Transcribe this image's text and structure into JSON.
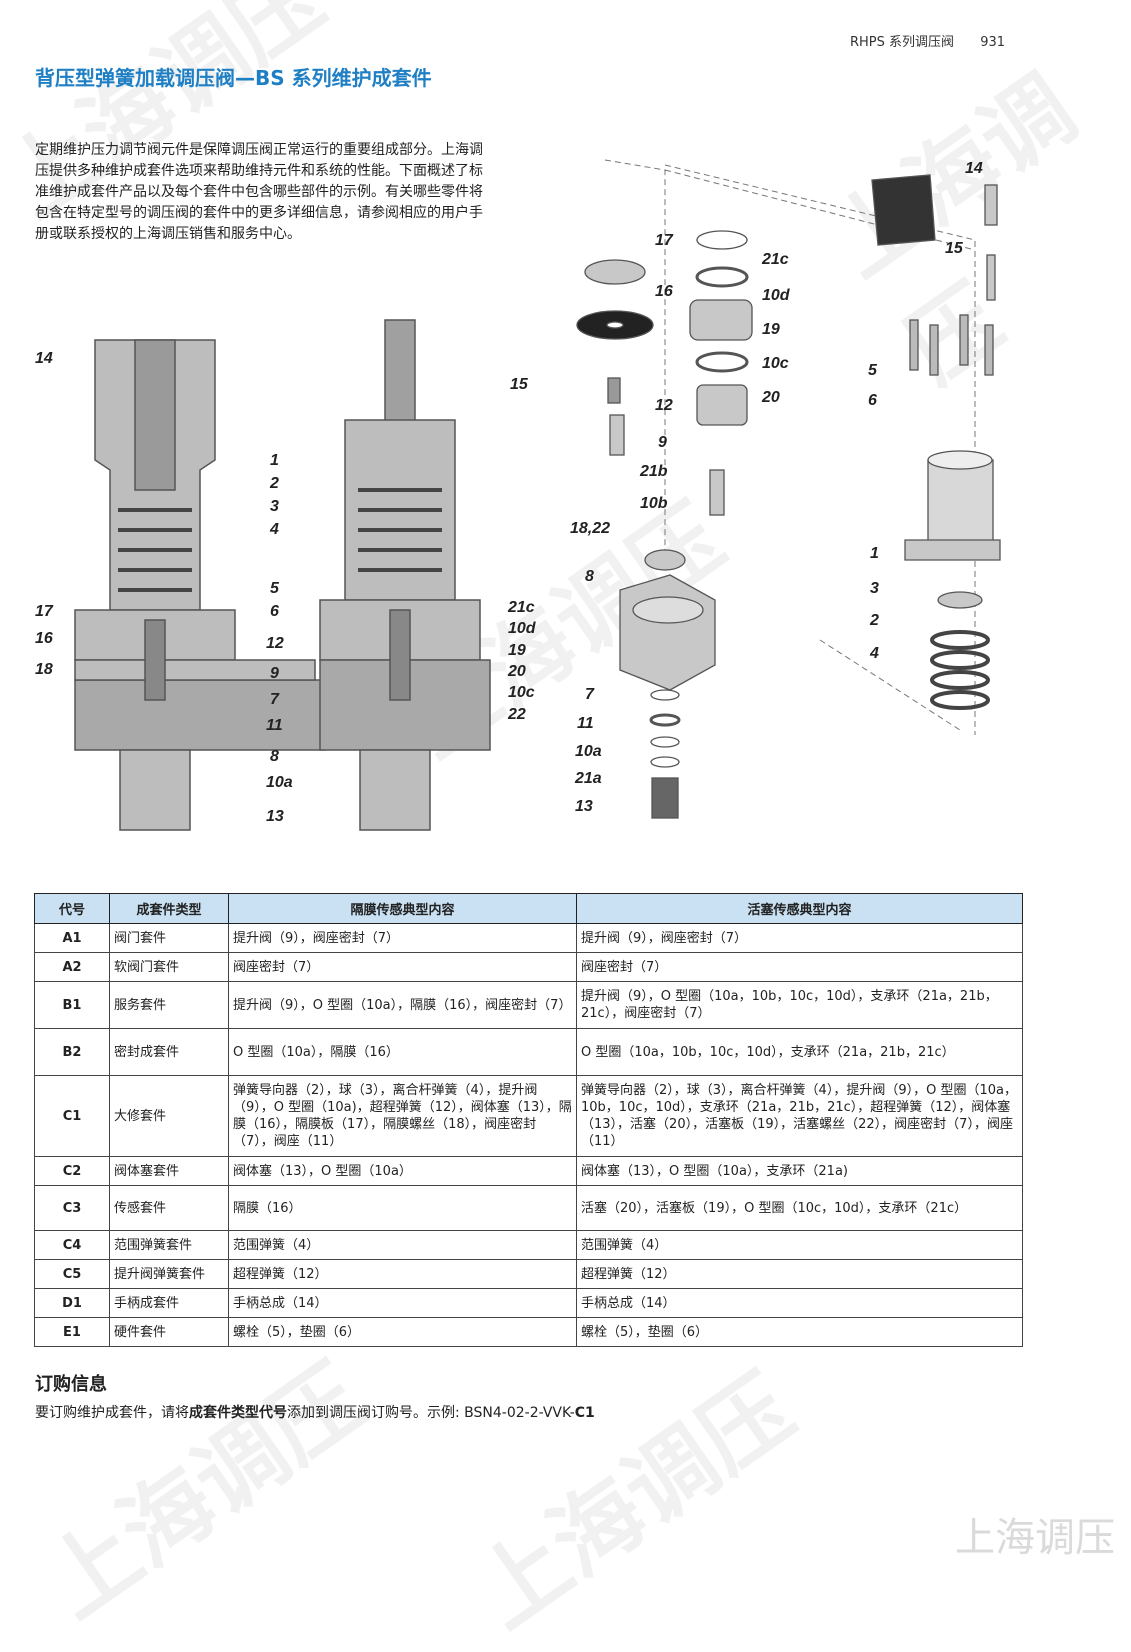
{
  "header": {
    "series": "RHPS  系列调压阀",
    "page_number": "931"
  },
  "title": "背压型弹簧加载调压阀—BS 系列维护成套件",
  "intro": "定期维护压力调节阀元件是保障调压阀正常运行的重要组成部分。上海调压提供多种维护成套件选项来帮助维持元件和系统的性能。下面概述了标准维护成套件产品以及每个套件中包含哪些部件的示例。有关哪些零件将包含在特定型号的调压阀的套件中的更多详细信息，请参阅相应的用户手册或联系授权的上海调压销售和服务中心。",
  "diagram": {
    "left_labels": [
      "14",
      "1",
      "2",
      "3",
      "4",
      "5",
      "6",
      "17",
      "16",
      "12",
      "18",
      "9",
      "7",
      "11",
      "8",
      "10a",
      "13",
      "15",
      "21c",
      "10d",
      "19",
      "20",
      "10c",
      "22"
    ],
    "middle_labels": [
      "17",
      "21c",
      "16",
      "10d",
      "19",
      "10c",
      "12",
      "20",
      "9",
      "21b",
      "10b",
      "18,22",
      "8",
      "7",
      "11",
      "10a",
      "21a",
      "13"
    ],
    "right_labels": [
      "14",
      "15",
      "5",
      "6",
      "1",
      "3",
      "2",
      "4"
    ]
  },
  "table": {
    "headers": [
      "代号",
      "成套件类型",
      "隔膜传感典型内容",
      "活塞传感典型内容"
    ],
    "rows": [
      {
        "code": "A1",
        "type": "阀门套件",
        "diaphragm": "提升阀（9），阀座密封（7）",
        "piston": "提升阀（9），阀座密封（7）"
      },
      {
        "code": "A2",
        "type": "软阀门套件",
        "diaphragm": "阀座密封（7）",
        "piston": "阀座密封（7）"
      },
      {
        "code": "B1",
        "type": "服务套件",
        "diaphragm": "提升阀（9），O 型圈（10a），隔膜（16），阀座密封（7）",
        "piston": "提升阀（9），O 型圈（10a，10b，10c，10d），支承环（21a，21b，21c），阀座密封（7）"
      },
      {
        "code": "B2",
        "type": "密封成套件",
        "diaphragm": "O 型圈（10a），隔膜（16）",
        "piston": "O 型圈（10a，10b，10c，10d），支承环（21a，21b，21c）"
      },
      {
        "code": "C1",
        "type": "大修套件",
        "diaphragm": "弹簧导向器（2），球（3），离合杆弹簧（4），提升阀（9），O 型圈（10a)，超程弹簧（12），阀体塞（13），隔膜（16），隔膜板（17），隔膜螺丝（18），阀座密封（7），阀座（11）",
        "piston": "弹簧导向器（2），球（3），离合杆弹簧（4），提升阀（9），O 型圈（10a，10b，10c，10d），支承环（21a，21b，21c），超程弹簧（12），阀体塞（13），活塞（20），活塞板（19），活塞螺丝（22），阀座密封（7），阀座（11）"
      },
      {
        "code": "C2",
        "type": "阀体塞套件",
        "diaphragm": "阀体塞（13），O 型圈（10a）",
        "piston": "阀体塞（13），O 型圈（10a），支承环（21a)"
      },
      {
        "code": "C3",
        "type": "传感套件",
        "diaphragm": "隔膜（16）",
        "piston": "活塞（20），活塞板（19），O 型圈（10c，10d），支承环（21c）"
      },
      {
        "code": "C4",
        "type": "范围弹簧套件",
        "diaphragm": "范围弹簧（4）",
        "piston": "范围弹簧（4）"
      },
      {
        "code": "C5",
        "type": "提升阀弹簧套件",
        "diaphragm": "超程弹簧（12）",
        "piston": "超程弹簧（12）"
      },
      {
        "code": "D1",
        "type": "手柄成套件",
        "diaphragm": "手柄总成（14）",
        "piston": "手柄总成（14）"
      },
      {
        "code": "E1",
        "type": "硬件套件",
        "diaphragm": "螺栓（5），垫圈（6）",
        "piston": "螺栓（5），垫圈（6）"
      }
    ]
  },
  "ordering": {
    "heading": "订购信息",
    "text_prefix": "要订购维护成套件，请将",
    "text_bold": "成套件类型代号",
    "text_middle": "添加到调压阀订购号。示例: BSN4-02-2-VVK-",
    "text_suffix_bold": "C1"
  },
  "watermark": "上海调压"
}
